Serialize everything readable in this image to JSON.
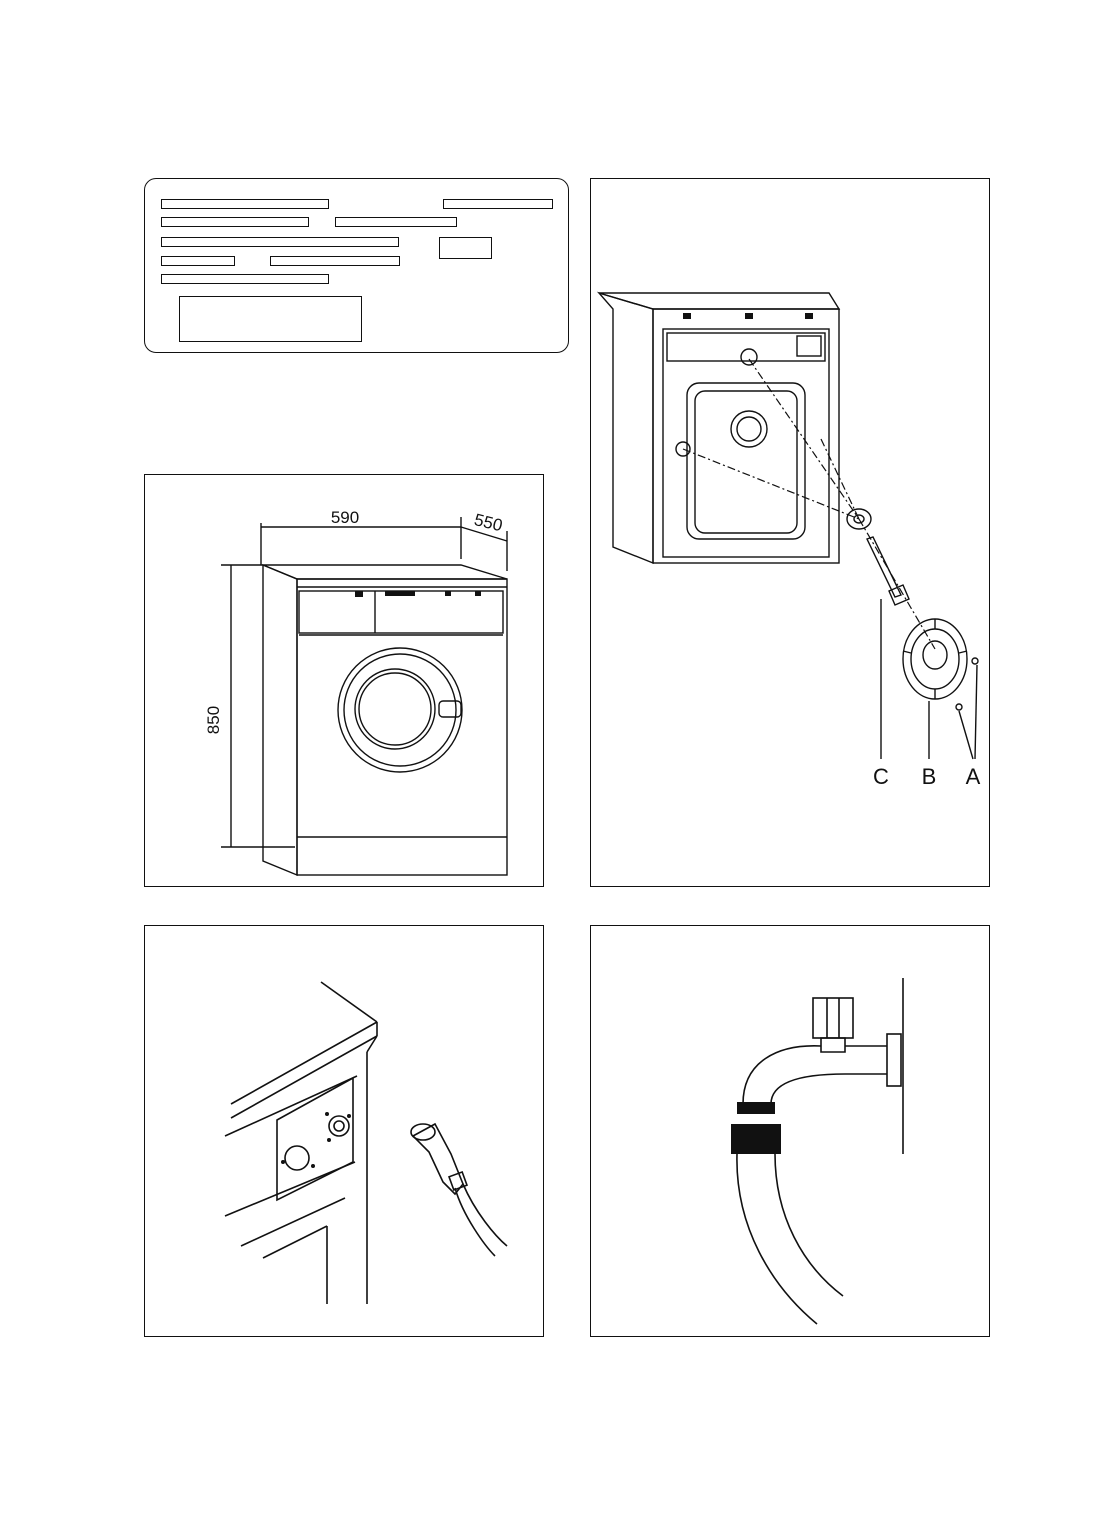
{
  "dimensions": {
    "width": "590",
    "depth": "550",
    "height": "850"
  },
  "parts": {
    "label_c": "C",
    "label_b": "B",
    "label_a": "A"
  }
}
